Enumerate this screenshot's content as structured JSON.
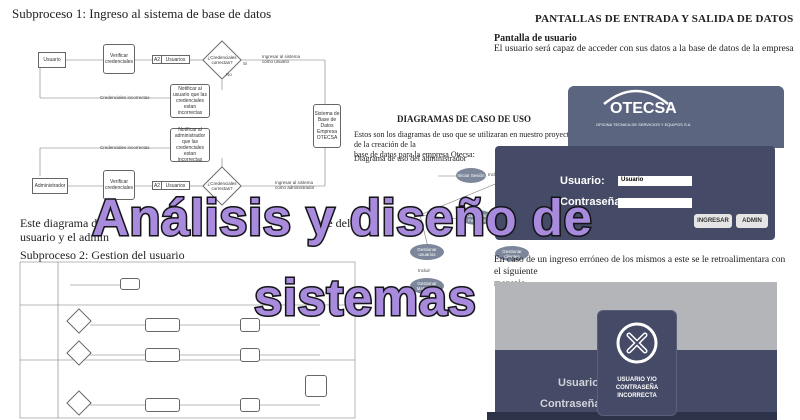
{
  "left_doc": {
    "subproceso1_title": "Subproceso 1: Ingreso al sistema de base de datos",
    "paragraph": "Este diagrama deta                                                         rte del usuario y el admin",
    "paragraph_line1": "Este diagrama deta",
    "paragraph_line1_tail": "rte del",
    "paragraph_line2": "usuario y el admin",
    "subproceso2_title": "Subproceso 2: Gestion del usuario"
  },
  "flow1": {
    "nodes": {
      "usuario": "Usuario",
      "verificar": "Verificar credenciales",
      "a2_usuarios": "Usuarios",
      "a2": "A2",
      "credenciales_correctas": "¿Credenciales correctas?",
      "ingresar_sistema": "Ingresar al sistema como usuario",
      "notificar_usuario": "Notificar al usuario que las credenciales estan incorrectas",
      "sistema_base": "Sistema de Base de Datos Empresa OTECSA",
      "notificar_admin": "Notificar al administrador que las credenciales estan incorrectas",
      "administrador": "Administrador",
      "verificar2": "Verificar credenciales",
      "a2_usuarios_2": "Usuarios",
      "credenciales_correctas_2": "¿Credenciales correctas?",
      "ingresar_admin": "Ingresar al sistema como administrador"
    },
    "labels": {
      "credenciales_incorrectas": "Credenciales incorrectas",
      "credenciales_incorrectas_2": "Credenciales incorrectas",
      "si": "Si",
      "no": "No",
      "si2": "Si",
      "no2": "No"
    }
  },
  "pantallas": {
    "title": "PANTALLAS DE ENTRADA Y SALIDA DE DATOS",
    "subtitle": "Pantalla de usuario",
    "desc": "El usuario será capaz de acceder con sus datos a la base de datos de la empresa"
  },
  "casos": {
    "title": "DIAGRAMAS DE CASO DE USO",
    "desc_line1": "Estos son los diagramas de uso que se utilizaran en nuestro proyecto de la creación de la",
    "desc_line2": "base de datos para la empresa Otecsa:",
    "sub": "Diagrama de uso del administrador",
    "ellipses": [
      "Iniciar Sesión",
      "Cerrar Sesión",
      "Gestionar usuarios",
      "Gestionar clientes",
      "Gestionar Materiales",
      "Gestionar Facturas"
    ],
    "incluir": "Incluir",
    "incluir2": "Incluir"
  },
  "error_text": {
    "line1": "En caso de un ingreso erróneo de los mismos a este se le retroalimentara con el siguiente",
    "line2": "mensaje"
  },
  "login_panel": {
    "logo": "OTECSA",
    "logo_sub": "OFICINA TECNICA DE SERVICIOS Y EQUIPOS S.A",
    "usuario_label": "Usuario:",
    "usuario_value": "Usuario",
    "contrasena_label": "Contraseña",
    "ingresar": "INGRESAR",
    "admin": "ADMIN"
  },
  "error_panel": {
    "usuario_label": "Usuario",
    "contrasena_label": "Contraseña",
    "message_line1": "USUARIO Y/O",
    "message_line2": "CONTRASEÑA",
    "message_line3": "INCORRECTA"
  },
  "headline": {
    "line1": "Análisis y diseño de",
    "line2": "sistemas"
  }
}
